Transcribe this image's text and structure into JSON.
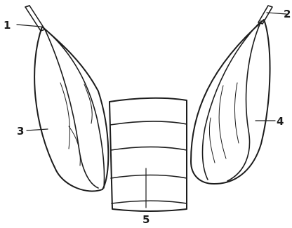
{
  "callouts": {
    "c1": "1",
    "c2": "2",
    "c3": "3",
    "c4": "4",
    "c5": "5"
  },
  "colors": {
    "ink": "#1c1c1c",
    "background": "#ffffff"
  }
}
